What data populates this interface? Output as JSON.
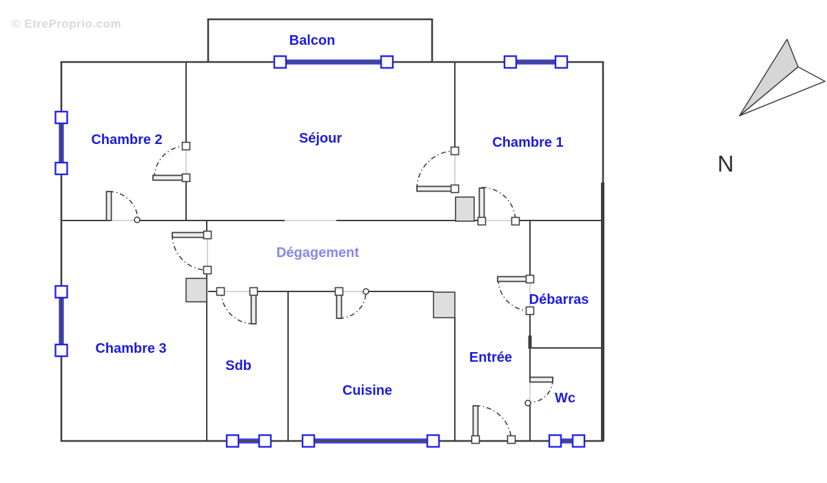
{
  "watermark": {
    "text": "© EtreProprio.com"
  },
  "compass": {
    "north_label": "N"
  },
  "rooms": {
    "balcon": {
      "label": "Balcon"
    },
    "sejour": {
      "label": "Séjour"
    },
    "chambre1": {
      "label": "Chambre 1"
    },
    "chambre2": {
      "label": "Chambre 2"
    },
    "chambre3": {
      "label": "Chambre 3"
    },
    "degagement": {
      "label": "Dégagement"
    },
    "sdb": {
      "label": "Sdb"
    },
    "cuisine": {
      "label": "Cuisine"
    },
    "entree": {
      "label": "Entrée"
    },
    "debarras": {
      "label": "Débarras"
    },
    "wc": {
      "label": "Wc"
    }
  },
  "colors": {
    "room_label": "#1c1cdb",
    "degagement_label": "#8787e9",
    "window_blue": "#2222ee",
    "wall": "#3d3d3d",
    "opening_line": "#c9c9c9",
    "duct_fill": "#dedede",
    "compass_fill": "#d6d6d6",
    "watermark": "#d9d9d9"
  }
}
